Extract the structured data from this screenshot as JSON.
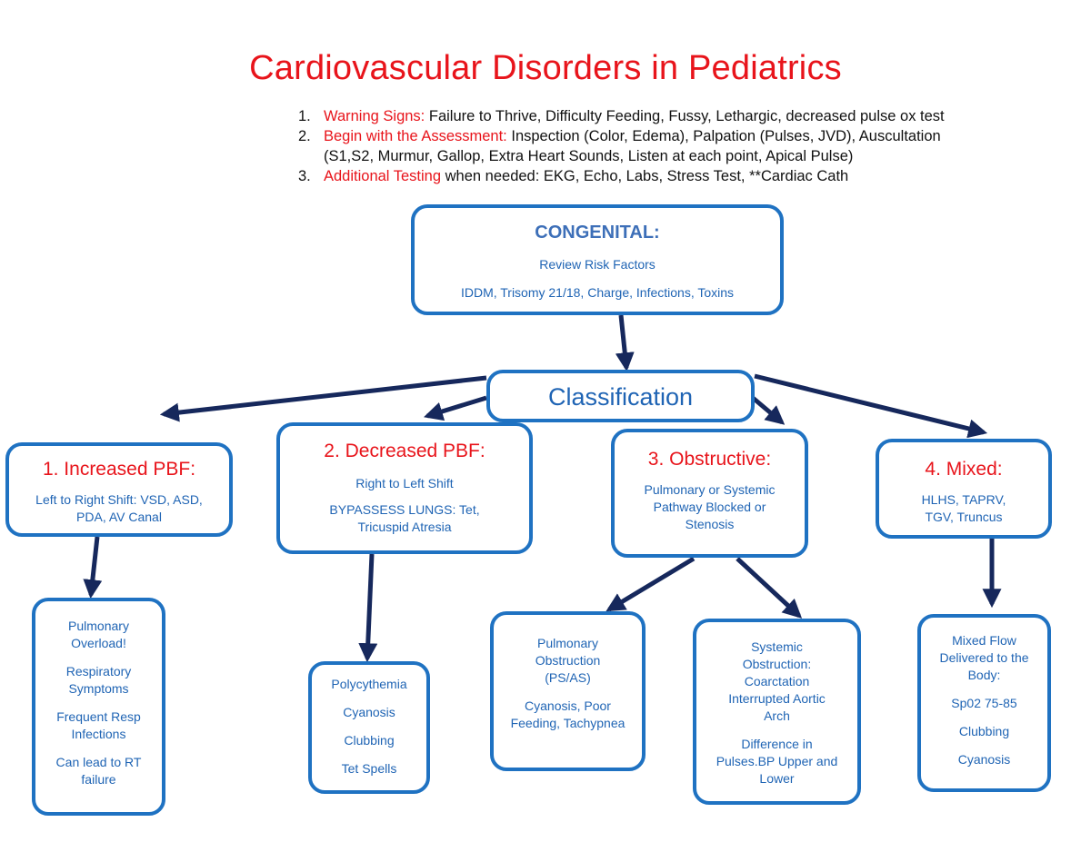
{
  "title": "Cardiovascular Disorders in Pediatrics",
  "steps": [
    {
      "num": "1.",
      "label": "Warning Signs:",
      "text": " Failure to Thrive, Difficulty Feeding, Fussy, Lethargic, decreased pulse ox test"
    },
    {
      "num": "2.",
      "label": "Begin with the Assessment:",
      "text": " Inspection (Color, Edema), Palpation (Pulses, JVD), Auscultation",
      "cont": "(S1,S2, Murmur, Gallop, Extra Heart Sounds, Listen at each point, Apical Pulse)"
    },
    {
      "num": "3.",
      "label": "Additional Testing",
      "text": " when needed:  EKG, Echo, Labs, Stress Test, **Cardiac Cath"
    }
  ],
  "congenital": {
    "title": "CONGENITAL:",
    "line1": "Review Risk Factors",
    "line2": "IDDM, Trisomy 21/18, Charge, Infections, Toxins"
  },
  "classification": "Classification",
  "categories": [
    {
      "title": "1.  Increased PBF:",
      "lines": [
        "Left to Right Shift: VSD, ASD,",
        "PDA, AV Canal"
      ]
    },
    {
      "title": "2.  Decreased PBF:",
      "lines": [
        "Right to Left Shift",
        "BYPASSESS LUNGS: Tet,",
        "Tricuspid Atresia"
      ]
    },
    {
      "title": "3. Obstructive:",
      "lines": [
        "Pulmonary or Systemic",
        "Pathway Blocked or",
        "Stenosis"
      ]
    },
    {
      "title": "4. Mixed:",
      "lines": [
        "HLHS, TAPRV,",
        "TGV, Truncus"
      ]
    }
  ],
  "details": [
    {
      "items": [
        "Pulmonary Overload!",
        "Respiratory Symptoms",
        "Frequent Resp Infections",
        "Can lead to RT failure"
      ]
    },
    {
      "items": [
        "Polycythemia",
        "Cyanosis",
        "Clubbing",
        "Tet Spells"
      ]
    },
    {
      "items": [
        "Pulmonary Obstruction (PS/AS)",
        "Cyanosis, Poor Feeding, Tachypnea"
      ]
    },
    {
      "items": [
        "Systemic Obstruction: Coarctation Interrupted Aortic Arch",
        "Difference in Pulses.BP Upper and Lower"
      ]
    },
    {
      "items": [
        "Mixed Flow Delivered to the Body:",
        "Sp02 75-85",
        "Clubbing",
        "Cyanosis"
      ]
    }
  ],
  "colors": {
    "title": "#e8141b",
    "box_border": "#1f72c2",
    "box_text": "#1f64b4",
    "arrow": "#16285c"
  }
}
